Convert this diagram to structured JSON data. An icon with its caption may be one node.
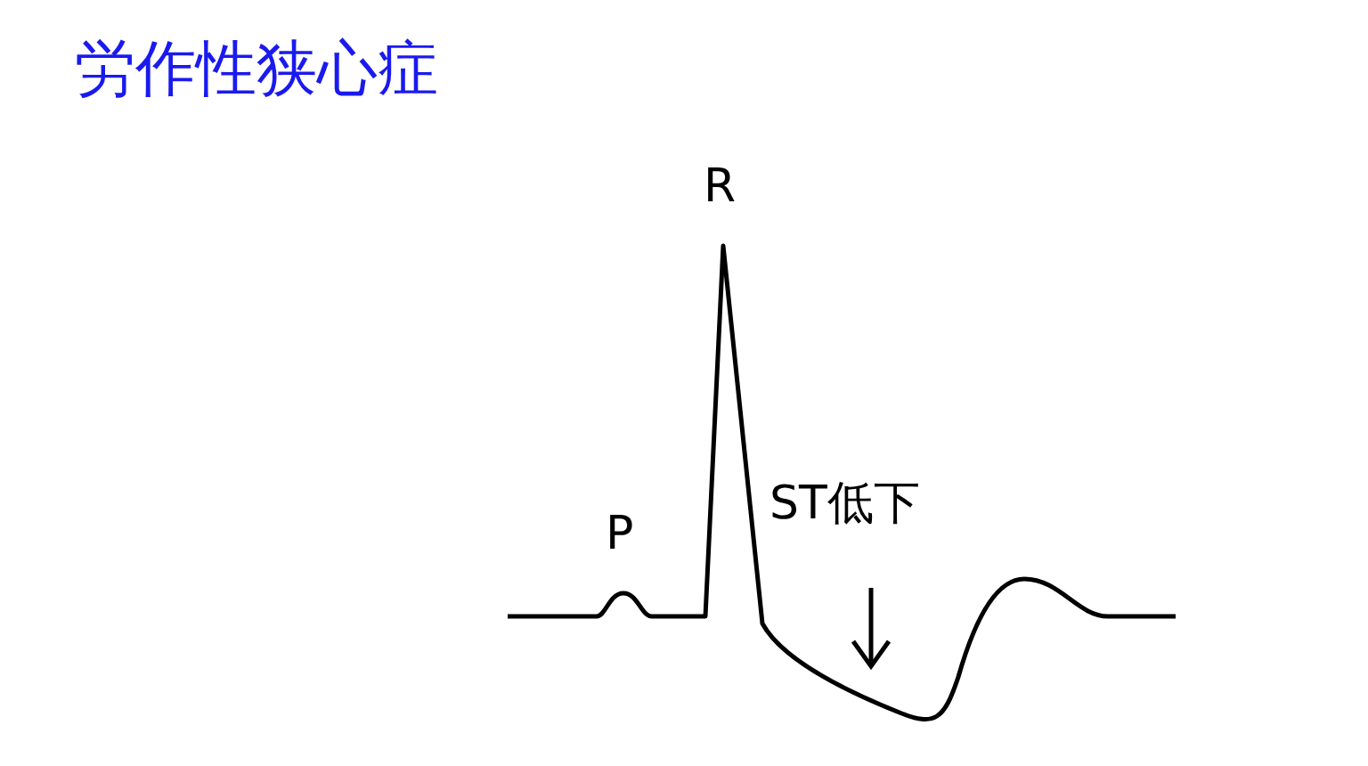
{
  "diagram": {
    "title": "労作性狭心症",
    "labels": [
      "R",
      "P",
      "ST低下"
    ]
  }
}
